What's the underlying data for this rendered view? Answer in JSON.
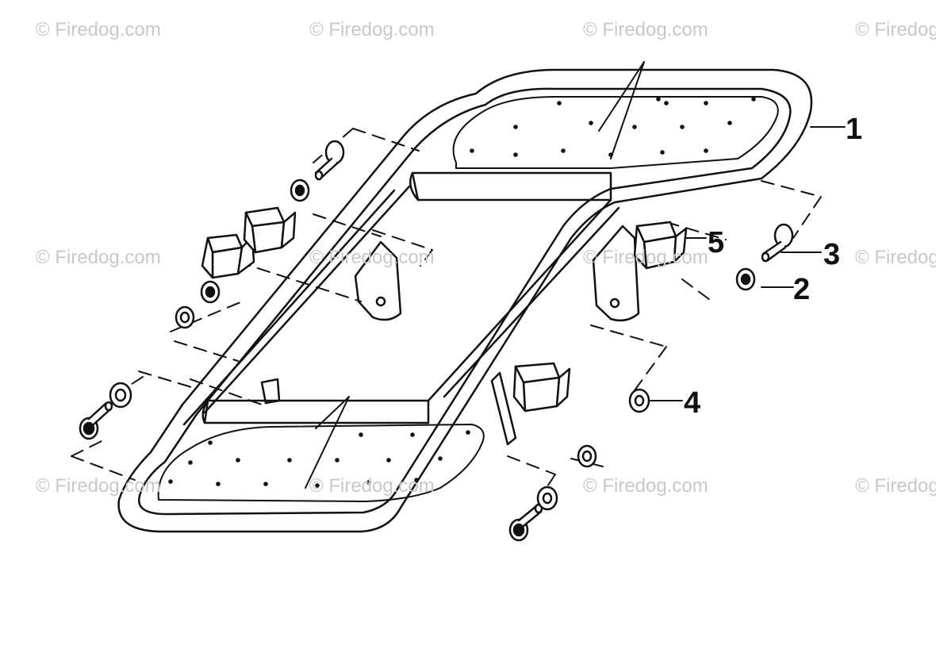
{
  "watermark": {
    "text": "© Firedog.com"
  },
  "callouts": [
    {
      "id": "frame",
      "label": "1"
    },
    {
      "id": "washer",
      "label": "2"
    },
    {
      "id": "bolt",
      "label": "3"
    },
    {
      "id": "nut",
      "label": "4"
    },
    {
      "id": "bushing",
      "label": "5"
    }
  ],
  "colors": {
    "line": "#111111",
    "fill": "#ffffff",
    "watermark": "#c8c8c8"
  }
}
